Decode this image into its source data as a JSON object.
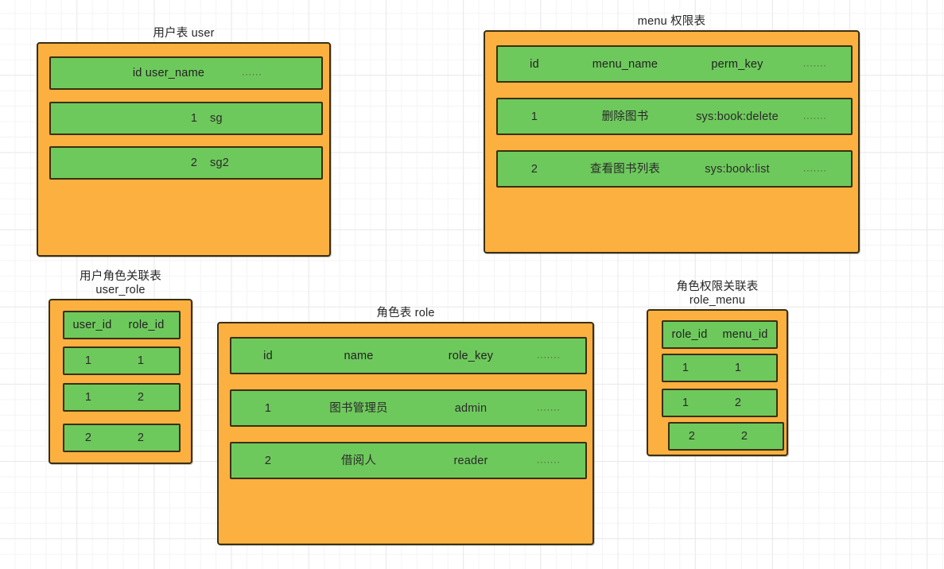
{
  "diagram": {
    "title_note": "RBAC database table relationship diagram",
    "background": {
      "grid_minor_color": "#f4f4f6",
      "grid_major_color": "#e9e9ec",
      "page_color": "#ffffff"
    },
    "palette": {
      "box_fill": "#fbb040",
      "row_fill": "#6ec95c",
      "border": "#3a2f12",
      "text": "#2b2b2b"
    }
  },
  "tables": {
    "user": {
      "caption": "用户表  user",
      "rows": [
        {
          "kind": "header",
          "text": "id user_name",
          "dots": "......"
        },
        {
          "kind": "data",
          "c1": "1",
          "c2": "sg"
        },
        {
          "kind": "data",
          "c1": "2",
          "c2": "sg2"
        }
      ]
    },
    "menu": {
      "caption": "menu 权限表",
      "header": {
        "c1": "id",
        "c2": "menu_name",
        "c3": "perm_key",
        "c4": "......."
      },
      "rows": [
        {
          "c1": "1",
          "c2": "删除图书",
          "c3": "sys:book:delete",
          "c4": "......."
        },
        {
          "c1": "2",
          "c2": "查看图书列表",
          "c3": "sys:book:list",
          "c4": "......."
        }
      ]
    },
    "user_role": {
      "caption": "用户角色关联表\nuser_role",
      "header": {
        "c1": "user_id",
        "c2": "role_id"
      },
      "rows": [
        {
          "c1": "1",
          "c2": "1"
        },
        {
          "c1": "1",
          "c2": "2"
        },
        {
          "c1": "2",
          "c2": "2"
        }
      ]
    },
    "role": {
      "caption": "角色表   role",
      "header": {
        "c1": "id",
        "c2": "name",
        "c3": "role_key",
        "c4": "......."
      },
      "rows": [
        {
          "c1": "1",
          "c2": "图书管理员",
          "c3": "admin",
          "c4": "......."
        },
        {
          "c1": "2",
          "c2": "借阅人",
          "c3": "reader",
          "c4": "......."
        }
      ]
    },
    "role_menu": {
      "caption": "角色权限关联表\nrole_menu",
      "header": {
        "c1": "role_id",
        "c2": "menu_id"
      },
      "rows": [
        {
          "c1": "1",
          "c2": "1"
        },
        {
          "c1": "1",
          "c2": "2"
        },
        {
          "c1": "2",
          "c2": "2"
        }
      ]
    }
  }
}
